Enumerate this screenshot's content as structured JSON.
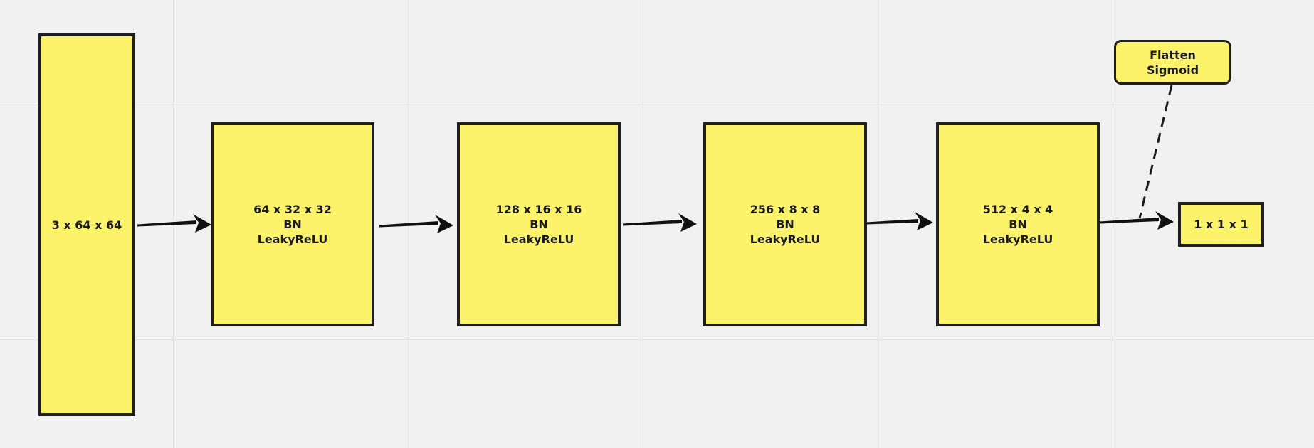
{
  "colors": {
    "background": "#f1f1f1",
    "grid": "#e3e3e3",
    "node_fill": "#fcf36b",
    "node_border": "#1f1f1f",
    "arrow": "#111111"
  },
  "nodes": {
    "input": {
      "line1": "3 x 64 x 64"
    },
    "conv1": {
      "line1": "64 x 32 x 32",
      "line2": "BN",
      "line3": "LeakyReLU"
    },
    "conv2": {
      "line1": "128 x 16 x 16",
      "line2": "BN",
      "line3": "LeakyReLU"
    },
    "conv3": {
      "line1": "256 x 8 x 8",
      "line2": "BN",
      "line3": "LeakyReLU"
    },
    "conv4": {
      "line1": "512 x 4 x 4",
      "line2": "BN",
      "line3": "LeakyReLU"
    },
    "output": {
      "line1": "1 x 1 x 1"
    },
    "note": {
      "line1": "Flatten",
      "line2": "Sigmoid"
    }
  },
  "edges": [
    {
      "from": "input",
      "to": "conv1",
      "style": "arrow"
    },
    {
      "from": "conv1",
      "to": "conv2",
      "style": "arrow"
    },
    {
      "from": "conv2",
      "to": "conv3",
      "style": "arrow"
    },
    {
      "from": "conv3",
      "to": "conv4",
      "style": "arrow"
    },
    {
      "from": "conv4",
      "to": "output",
      "style": "arrow"
    },
    {
      "from": "note",
      "to": "edge-conv4-output",
      "style": "dashed"
    }
  ]
}
